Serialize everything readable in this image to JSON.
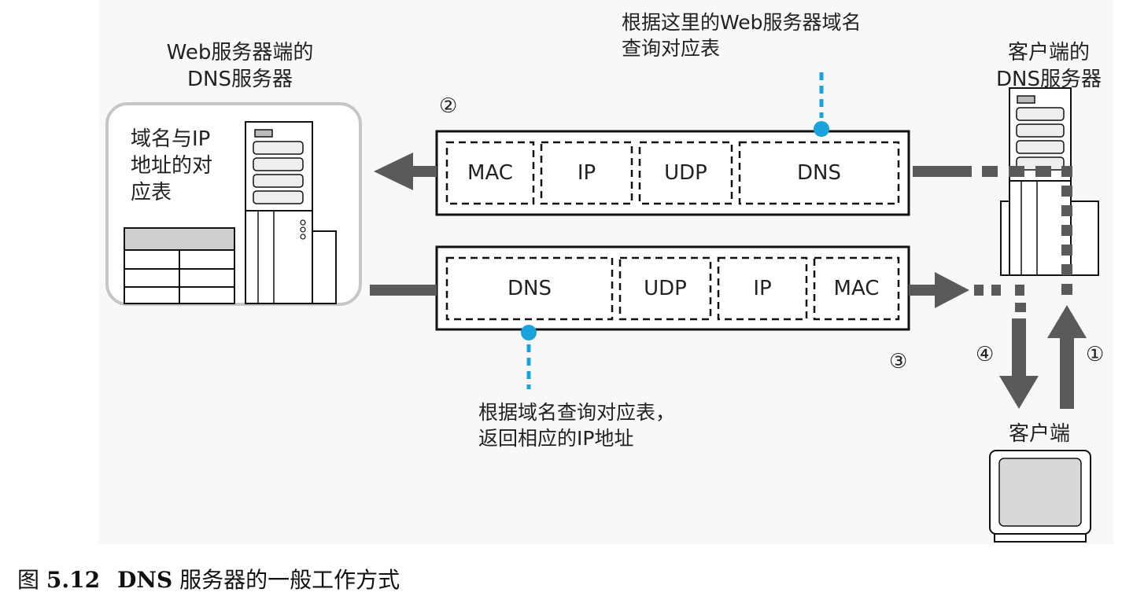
{
  "labels": {
    "web_dns_server": [
      "Web服务器端的",
      "DNS服务器"
    ],
    "client_dns_server": [
      "客户端的",
      "DNS服务器"
    ],
    "table_label": [
      "域名与IP",
      "地址的对",
      "应表"
    ],
    "top_annotation": [
      "根据这里的Web服务器域名",
      "查询对应表"
    ],
    "bottom_annotation": [
      "根据域名查询对应表，",
      "返回相应的IP地址"
    ],
    "client": "客户端"
  },
  "steps": {
    "one": "①",
    "two": "②",
    "three": "③",
    "four": "④"
  },
  "packet_top": [
    "MAC",
    "IP",
    "UDP",
    "DNS"
  ],
  "packet_bottom": [
    "DNS",
    "UDP",
    "IP",
    "MAC"
  ],
  "caption": {
    "prefix": "图 ",
    "number": "5.12",
    "bold_term": "DNS",
    "text": " 服务器的一般工作方式"
  },
  "colors": {
    "accent_dot": "#1aa3dc",
    "arrow": "#5a5a5a",
    "outline": "#111111",
    "panel_border": "#c8c8c8"
  },
  "icons": [
    "server-tower-icon",
    "dns-table-icon",
    "monitor-icon",
    "arrow-left-icon",
    "arrow-right-icon",
    "arrow-down-icon",
    "arrow-up-icon"
  ]
}
